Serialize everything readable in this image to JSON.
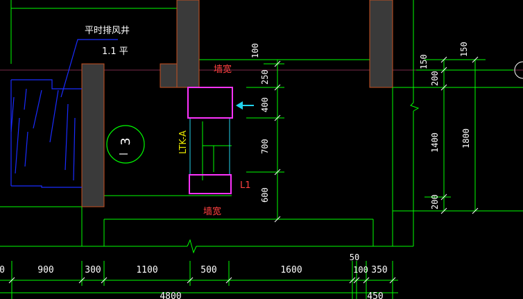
{
  "labels": {
    "shaft_title": "平时排风井",
    "shaft_area": "1.1 平",
    "circle_mark": "3",
    "ltk_label": "LTK-A",
    "l1_label": "L1",
    "wall_width_top": "墙宽",
    "wall_width_bottom": "墙宽"
  },
  "dimensions": {
    "bottom": [
      "0",
      "900",
      "300",
      "1100",
      "500",
      "1600",
      "50",
      "100",
      "350"
    ],
    "bottom_total": "4800",
    "bottom_right_sub": "450",
    "vertical_mid": [
      "100",
      "250",
      "400",
      "700",
      "600"
    ],
    "vertical_right": [
      "150",
      "150",
      "200",
      "1400",
      "200",
      "1800"
    ]
  },
  "colors": {
    "background": "#000000",
    "grid_green": "#00ff00",
    "wall_fill": "#3a3a3a",
    "wall_edge": "#c85020",
    "magenta": "#ff33ff",
    "cyan_arrow": "#22d3ee",
    "red_text": "#ff4040",
    "yellow_text": "#e8e800",
    "blue_lines": "#1a2cff",
    "axis_line": "#7a2a4a"
  }
}
